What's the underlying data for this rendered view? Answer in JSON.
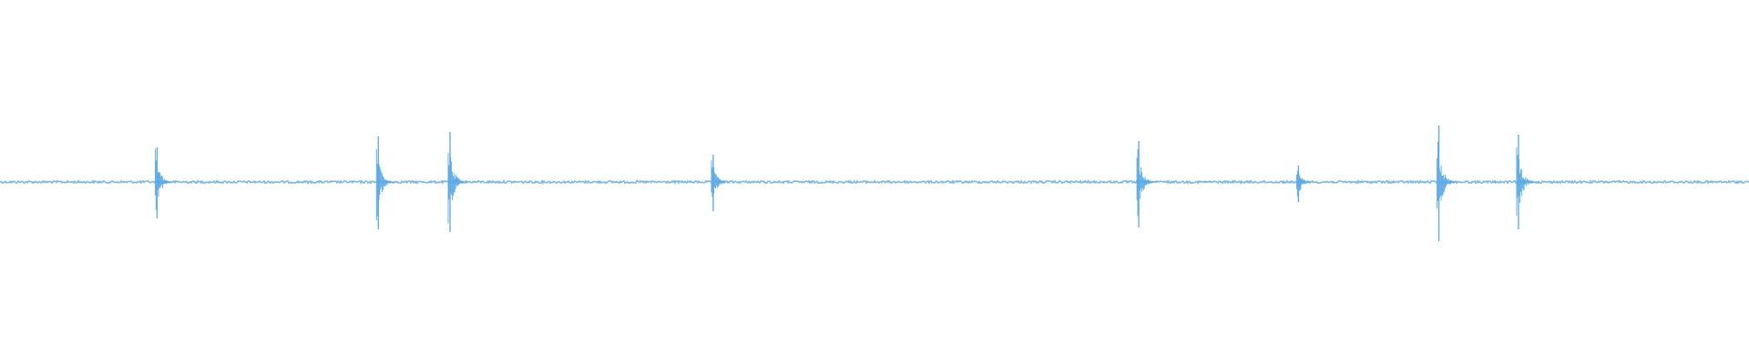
{
  "waveform": {
    "color": "#5aaae6",
    "baseline_color": "#7ab8ea",
    "transients": [
      {
        "time_fraction": 0.0898,
        "amplitude_up": 0.38,
        "amplitude_down": 0.4
      },
      {
        "time_fraction": 0.2163,
        "amplitude_up": 0.5,
        "amplitude_down": 0.52
      },
      {
        "time_fraction": 0.2573,
        "amplitude_up": 0.55,
        "amplitude_down": 0.55
      },
      {
        "time_fraction": 0.4078,
        "amplitude_up": 0.3,
        "amplitude_down": 0.32
      },
      {
        "time_fraction": 0.6511,
        "amplitude_up": 0.45,
        "amplitude_down": 0.5
      },
      {
        "time_fraction": 0.7424,
        "amplitude_up": 0.18,
        "amplitude_down": 0.22
      },
      {
        "time_fraction": 0.8227,
        "amplitude_up": 0.62,
        "amplitude_down": 0.65
      },
      {
        "time_fraction": 0.8682,
        "amplitude_up": 0.52,
        "amplitude_down": 0.52
      }
    ],
    "noise_level": 0.012
  }
}
